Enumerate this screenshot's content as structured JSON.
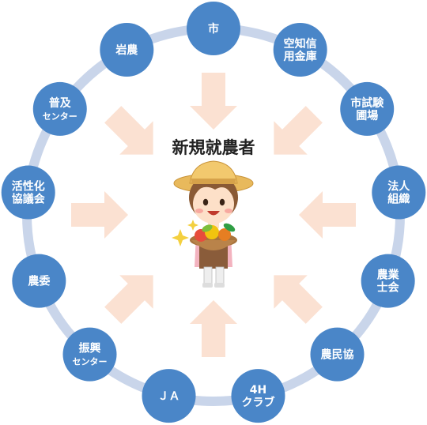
{
  "center": {
    "title": "新規就農者"
  },
  "nodes": [
    {
      "id": "shi",
      "lines": [
        "市"
      ]
    },
    {
      "id": "kuchishin",
      "lines": [
        "空知信",
        "用金庫"
      ]
    },
    {
      "id": "shishikenjo",
      "lines": [
        "市試験",
        "圃場"
      ]
    },
    {
      "id": "hojin",
      "lines": [
        "法人",
        "組織"
      ]
    },
    {
      "id": "nogyoshikai",
      "lines": [
        "農業",
        "士会"
      ]
    },
    {
      "id": "nominkyo",
      "lines": [
        "農民協"
      ]
    },
    {
      "id": "club4h",
      "lines": [
        "4H",
        "クラブ"
      ]
    },
    {
      "id": "ja",
      "lines": [
        "ＪＡ"
      ]
    },
    {
      "id": "shinko",
      "lines": [
        "振興",
        "センター"
      ]
    },
    {
      "id": "noi",
      "lines": [
        "農委"
      ]
    },
    {
      "id": "kasseika",
      "lines": [
        "活性化",
        "協議会"
      ]
    },
    {
      "id": "fukyu",
      "lines": [
        "普及",
        "センター"
      ]
    },
    {
      "id": "iwano",
      "lines": [
        "岩農"
      ]
    }
  ],
  "colors": {
    "ring": "#c9d5ea",
    "node_fill": "#4a86c8",
    "arrow": "#fbe1d2",
    "node_text": "#ffffff"
  },
  "icons": {
    "center_figure": "farmer-with-vegetables-icon"
  }
}
